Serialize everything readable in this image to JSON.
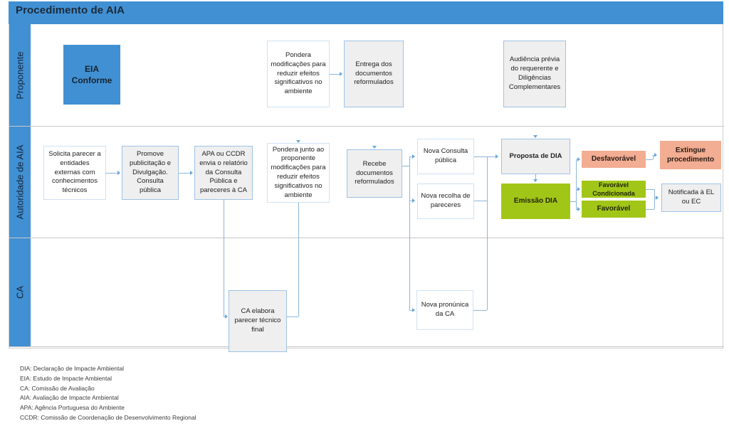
{
  "header": {
    "title": "Procedimento de AIA"
  },
  "lanes": [
    {
      "id": "proponente",
      "label": "Proponente"
    },
    {
      "id": "autoridade",
      "label": "Autoridade de AIA"
    },
    {
      "id": "ca",
      "label": "CA"
    }
  ],
  "nodes": {
    "eia_conforme": {
      "label": "EIA\nConforme",
      "style": "blue",
      "lane": "proponente"
    },
    "pondera_modif": {
      "label": "Pondera modificações para reduzir efeitos significativos no ambiente",
      "style": "white",
      "lane": "proponente"
    },
    "entrega_docs": {
      "label": "Entrega dos documentos reformulados",
      "style": "grey",
      "lane": "proponente"
    },
    "audiencia_previa": {
      "label": "Audiência prévia do requerente e Diligências Complementares",
      "style": "grey",
      "lane": "proponente"
    },
    "solicita_parecer": {
      "label": "Solicita parecer a entidades externas com conhecimentos técnicos",
      "style": "white",
      "lane": "autoridade"
    },
    "promove_public": {
      "label": "Promove publicitação e Divulgação. Consulta pública",
      "style": "grey",
      "lane": "autoridade"
    },
    "apa_ccdr_envia": {
      "label": "APA ou CCDR envia o relatório da Consulta Pública e pareceres à CA",
      "style": "grey",
      "lane": "autoridade"
    },
    "pondera_junto": {
      "label": "Pondera junto ao proponente modificações para reduzir efeitos significativos no ambiente",
      "style": "white",
      "lane": "autoridade"
    },
    "recebe_docs": {
      "label": "Recebe documentos reformulados",
      "style": "grey",
      "lane": "autoridade"
    },
    "nova_consulta": {
      "label": "Nova Consulta pública",
      "style": "white",
      "lane": "autoridade"
    },
    "nova_recolha": {
      "label": "Nova recolha de pareceres",
      "style": "white",
      "lane": "autoridade"
    },
    "proposta_dia": {
      "label": "Proposta de DIA",
      "style": "grey",
      "lane": "autoridade",
      "bold": true
    },
    "emissao_dia": {
      "label": "Emissão DIA",
      "style": "green",
      "lane": "autoridade"
    },
    "desfavoravel": {
      "label": "Desfavorável",
      "style": "salmon",
      "lane": "autoridade"
    },
    "favoravel_cond": {
      "label": "Favorável Condicionada",
      "style": "green",
      "lane": "autoridade"
    },
    "favoravel": {
      "label": "Favorável",
      "style": "green",
      "lane": "autoridade"
    },
    "extingue": {
      "label": "Extingue procedimento",
      "style": "salmon",
      "lane": "autoridade"
    },
    "notificada": {
      "label": "Notificada à EL ou EC",
      "style": "grey",
      "lane": "autoridade"
    },
    "ca_elabora": {
      "label": "CA elabora parecer técnico final",
      "style": "grey",
      "lane": "ca"
    },
    "nova_pronuncia": {
      "label": "Nova pronúnica da CA",
      "style": "white",
      "lane": "ca"
    }
  },
  "legend": [
    "DIA: Declaração de Impacte Ambiental",
    "EIA: Estudo de Impacte Ambiental",
    "CA: Comissão de Avaliação",
    "AIA: Avaliação de Impacte Ambiental",
    "APA: Agência Portuguesa do Ambiente",
    "CCDR: Comissão de Coordenação de Desenvolvimento Regional"
  ],
  "colors": {
    "header_blue": "#4190d3",
    "node_blue": "#4190d3",
    "node_green": "#a2c617",
    "node_salmon": "#f2ad93",
    "node_grey": "#efefef",
    "connector": "#8ab6dd"
  }
}
